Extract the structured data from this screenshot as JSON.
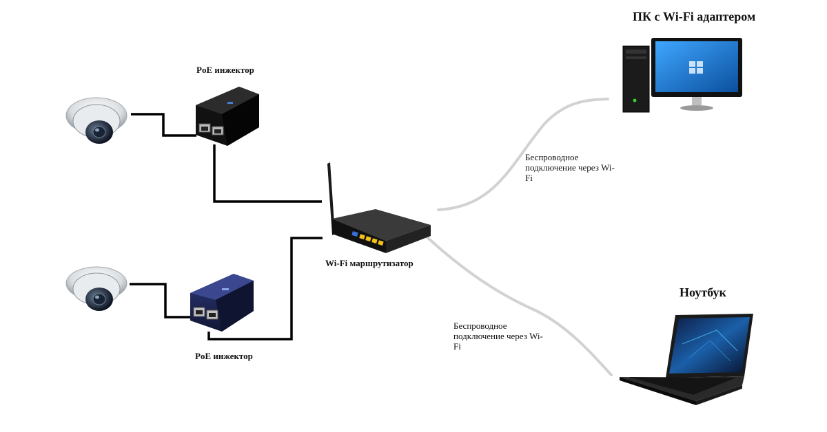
{
  "labels": {
    "poe_injector_top": "PoE инжектор",
    "poe_injector_bottom": "PoE инжектор",
    "router": "Wi-Fi маршрутизатор",
    "pc": "ПК с Wi-Fi адаптером",
    "laptop": "Ноутбук",
    "wireless_top": "Беспроводное подключение через Wi-Fi",
    "wireless_bottom": "Беспроводное подключение через Wi-Fi"
  },
  "colors": {
    "cable": "#000000",
    "wireless_line": "#cfcfcf",
    "text": "#111111",
    "monitor_screen": "#1a7fd0",
    "poe_bottom_body": "#1d2452"
  },
  "icons": {
    "camera": "dome-camera-icon",
    "poe": "poe-injector-icon",
    "router": "wifi-router-icon",
    "pc": "desktop-pc-icon",
    "laptop": "laptop-icon"
  }
}
